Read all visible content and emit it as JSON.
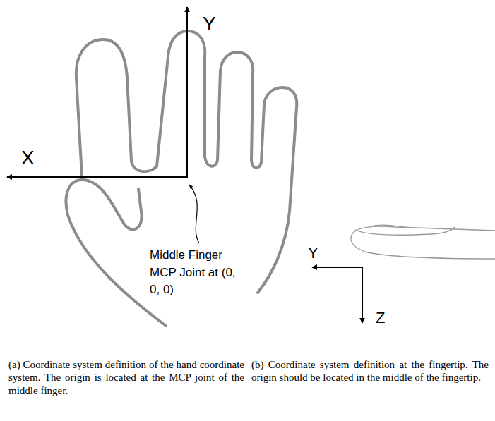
{
  "diagram": {
    "labels": [
      "Y",
      "X",
      "Middle Finger MCP Joint at (0, 0, 0)",
      "Y",
      "Z",
      "(a) Coordinate system definition of the hand coordinate system. The origin is located at the MCP joint of the middle finger.",
      "(b) Coordinate system definition at the fingertip. The origin should be located in the middle of the fingertip."
    ]
  }
}
